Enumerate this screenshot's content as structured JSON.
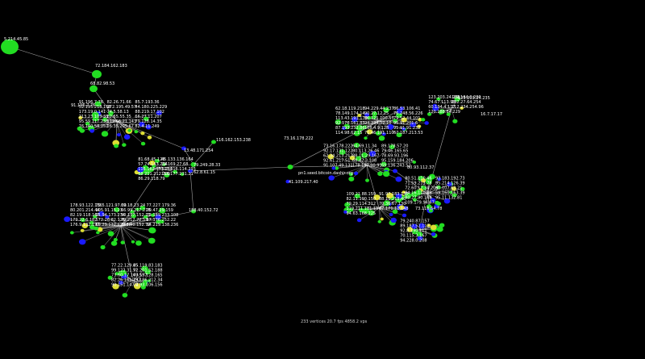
{
  "colors": {
    "background": "#000000",
    "node_green": "#22dd22",
    "node_blue": "#1a1aff",
    "node_yellow": "#dddd33",
    "edge": "#d8d8d8",
    "label": "#ffffff"
  },
  "status_text": "233 vertices  20.7 fps  4858.2 vps",
  "hub_labels": {
    "root": "5.214.45.85",
    "a": "72.184.162.183",
    "b": "68.82.98.53",
    "c": "79.249.28.33",
    "d": "62.8.61.15",
    "e": "80.93.112.37",
    "f": "73.16.178.222",
    "g": "116.162.153.238",
    "h": "13.48.171.254",
    "i": "188.40.152.72",
    "j": "123.203.24.235",
    "k": "73.116.64.78",
    "l": "41.109.217.40",
    "m": "91.196.7.76",
    "n": "16.7.17.17",
    "domain": "pn1.seed.bitcoin.dashjr.org"
  },
  "cluster_labels": {
    "tl": [
      "91.196.7.76",
      "82.26.71.66",
      "85.7.193.36",
      "52.195.218.158",
      "172.195.49.57",
      "44.180.225.229",
      "173.19.0.141",
      "74.5.58.13",
      "88.219.17.102",
      "213.23.103.35",
      "82.65.55.35",
      "66.27.11.207",
      "95.59.117.238",
      "112.66.21.143",
      "79.128.14.35",
      "76.140.58.252",
      "26.35.205.67",
      "82.4.11.249"
    ],
    "ml": [
      "81.68.45.128",
      "45.133.136.164",
      "57.74.143.204",
      "79.169.27.68",
      "116.162.153.238",
      "173.116.114.215",
      "88.211.212.209",
      "118.177.231.21",
      "86.29.118.79"
    ],
    "lm": [
      "178.93.122.136",
      "79.5.121.97.30",
      "69.18.23.24",
      "77.227.179.36",
      "80.201.214.44",
      "105.91.15.23",
      "66.99.217.218",
      "79.47.29.159",
      "82.19.118.167",
      "91.94.173.234",
      "50.137.152.13",
      "72.189.233.108",
      "179.22.6.182",
      "172.26.82.126",
      "70.212.72.53",
      "87.176.252.22",
      "176.9.132.197",
      "69.29.132.229.86",
      "188.40.152.72",
      "94.219.138.236"
    ],
    "bl": [
      "77.22.129.45",
      "85.119.83.183",
      "99.123.31.91",
      "72.201.52.188",
      "73.60.17.147.137",
      "69.55.128.165",
      "82.26.161.132",
      "79.186.212.34",
      "90.151.147.2",
      "74.93.106.156"
    ],
    "ct": [
      "62.18.119.218",
      "94.229.44.237",
      "86.53.106.41",
      "78.149.174.14",
      "90.27.12.25",
      "76.248.56.226",
      "113.43.193.170",
      "80.121.100.53",
      "79.52.44.101",
      "92.176.161.85",
      "94.234.12.10",
      "95.91.201.6",
      "87.193.232.86",
      "108.4.9.128",
      "91.91.91.232",
      "114.98.62.15",
      "71.46.191.110",
      "67.187.213.53"
    ],
    "cm": [
      "73.16.178.222",
      "64.69.11.34",
      "89.178.57.20",
      "92.17.131.122",
      "80.113.26.46",
      "79.46.165.65",
      "62.34.213.217",
      "88.11.29.167",
      "78.69.93.196",
      "92.61.217.51",
      "68.42.3.108",
      "95.159.184.206",
      "91.107.49.131",
      "178.197.90.91",
      "69.136.243.52"
    ],
    "tr": [
      "123.203.24.235",
      "189.164.0.200",
      "74.67.113.98",
      "182.27.64.254",
      "60.134.4.117",
      "112.234.254.96",
      "120.188.84.229"
    ],
    "rc": [
      "80.51.110.46",
      "93.183.192.73",
      "71.59.213.78",
      "95.214.126.39",
      "72.60.17.34.209",
      "61.107.63.21",
      "84.16.110.39",
      "59.160.163.39",
      "80.27.90.148",
      "95.11.132.81",
      "109.179.94.67"
    ],
    "bc": [
      "109.21.88.159",
      "91.97.183.130",
      "82.11.190.150",
      "88.11.213.40",
      "79.29.114.212",
      "70.36.67.130",
      "119.211.181.19",
      "67.171.12.148",
      "94.63.168.225"
    ],
    "br": [
      "79.240.87.157",
      "89.187.52.112",
      "92.8.190.111",
      "70.115.3.167",
      "94.228.0.208"
    ]
  }
}
